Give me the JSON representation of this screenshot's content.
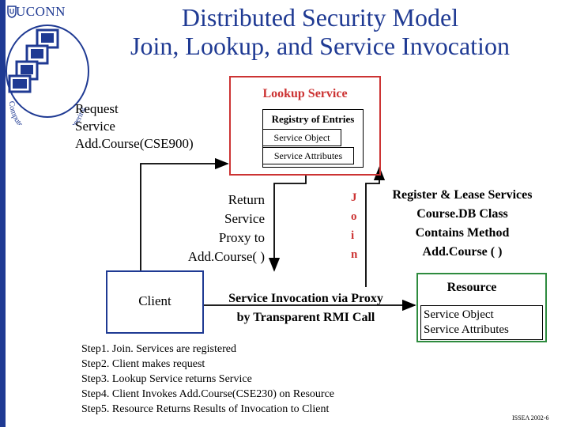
{
  "header": {
    "university": "UCONN",
    "title_line1": "Distributed Security Model",
    "title_line2": "Join, Lookup, and Service Invocation",
    "dept_logo_text": "Computer Science and Engineering"
  },
  "request": {
    "line1": "Request",
    "line2": "Service",
    "line3": "Add.Course(CSE900)"
  },
  "lookup": {
    "title": "Lookup Service",
    "registry": "Registry of Entries",
    "service_object": "Service Object",
    "service_attributes": "Service Attributes"
  },
  "return_proxy": {
    "line1": "Return",
    "line2": "Service",
    "line3": "Proxy to",
    "line4": "Add.Course( )"
  },
  "join": [
    "J",
    "o",
    "i",
    "n"
  ],
  "register": {
    "line1": "Register & Lease Services",
    "line2": "Course.DB Class",
    "line3": "Contains Method",
    "line4": "Add.Course ( )"
  },
  "client": {
    "label": "Client"
  },
  "invocation": {
    "line1": "Service Invocation via Proxy",
    "line2": "by Transparent RMI Call"
  },
  "resource": {
    "title": "Resource",
    "service_object": "Service Object",
    "service_attributes": "Service Attributes"
  },
  "steps": [
    "Step1. Join. Services are registered",
    "Step2. Client makes request",
    "Step3. Lookup Service returns Service",
    "Step4. Client Invokes Add.Course(CSE230) on Resource",
    "Step5. Resource Returns Results of Invocation to Client"
  ],
  "footer": "ISSEA 2002-6",
  "colors": {
    "title": "#1f3a93",
    "lookup_border": "#cc3333",
    "client_border": "#1f3a93",
    "resource_border": "#2e8b3e"
  }
}
